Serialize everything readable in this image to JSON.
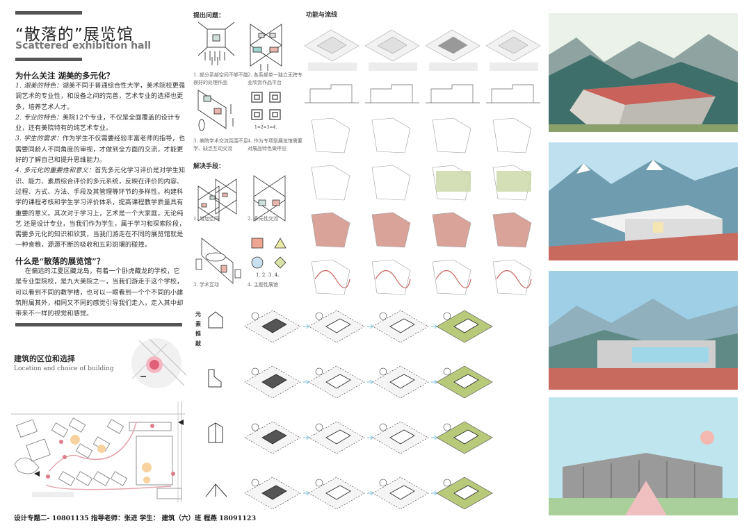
{
  "header": {
    "title": "“散落的”展览馆",
    "subtitle": "Scattered exhibition hall"
  },
  "why": {
    "heading": "为什么关注 湖美的多元化？",
    "items": [
      {
        "lead": "1. 湖美的特色：",
        "text": "湖美不同于普通综合性大学，美术院校更强调艺术的专业性，和设备之间的完善，艺术专业的选择也更多，培养艺术人才。"
      },
      {
        "lead": "2. 专业的特色：",
        "text": "美院12个专业，不仅是全面覆盖的设计专业，还有美院特有的纯艺术专业。"
      },
      {
        "lead": "3. 学生的需求：",
        "text": "作为学生不仅需要经验丰富老师的指导，也需要同龄人不同角度的审视，才做到全方面的交流，才能更好的了解自己和提升思维能力。"
      },
      {
        "lead": "4. 多元化的重要性和意义：",
        "text": "首先多元化学习评价是对学生知识、能力、素质综合评价的多元系统，反映在评价的内容、过程、方式、方法、手段及其管理等环节的多样性。构建科学的课程考核和学生学习评价体系，提高课程教学质量具有重要的意义。其次对于学习上，艺术是一个大家庭，无论纯艺 还是设计专业，当我们作为学生，属于学习和探索阶段，需要多元化的知识和欣赏，当我们游走在不同的展览馆就是一种食粮，源源不断的吸收和五彩斑斓的碰撞。"
      }
    ]
  },
  "what": {
    "heading": "什么是“散落的展览馆”？",
    "text": "在偏远的江夏区藏龙岛，有着一个卧虎藏龙的学校，它是专业型院校，是九大美院之一，当我们游走于这个学校，可以看到不同的教学楼，也可以一眼看到一个个不同的小建筑附属其外，相同又不同的感觉引导我们走入，走入其中却带来不一样的视觉和感觉。"
  },
  "location": {
    "heading": "建筑的区位和选择",
    "subheading": "Location and choice of building"
  },
  "problems": {
    "heading": "提出问题：",
    "captions": [
      "1. 部分系部空间不够不能很好的处理作品",
      "2. 各系部单一独立无跨专业欣赏作品平台",
      "3. 美院学术交流氛围不足学、缺乏互动交流",
      "4. 作为专项型展览馆需要对展品特色做呼应"
    ],
    "sequence": "1=2=3=4."
  },
  "solutions": {
    "heading": "解决手段：",
    "captions": [
      "1. 增加空间",
      "2. 多元性交流",
      "3. 学术互动",
      "4. 主题性展馆"
    ],
    "sequence": "1. 2. 3. 4."
  },
  "function": {
    "heading": "功能与流线"
  },
  "elements": {
    "heading": [
      "元",
      "素",
      "推",
      "敲"
    ]
  },
  "footer": "设计专题二- 10801135 指导老师：张进  学生： 建筑（六）班 程燕 18091123",
  "colors": {
    "bar": "#555555",
    "pink": "#d9a39a",
    "sky": "#9fd3e6",
    "grass": "#b9c97a",
    "roof": "#c8625a"
  }
}
